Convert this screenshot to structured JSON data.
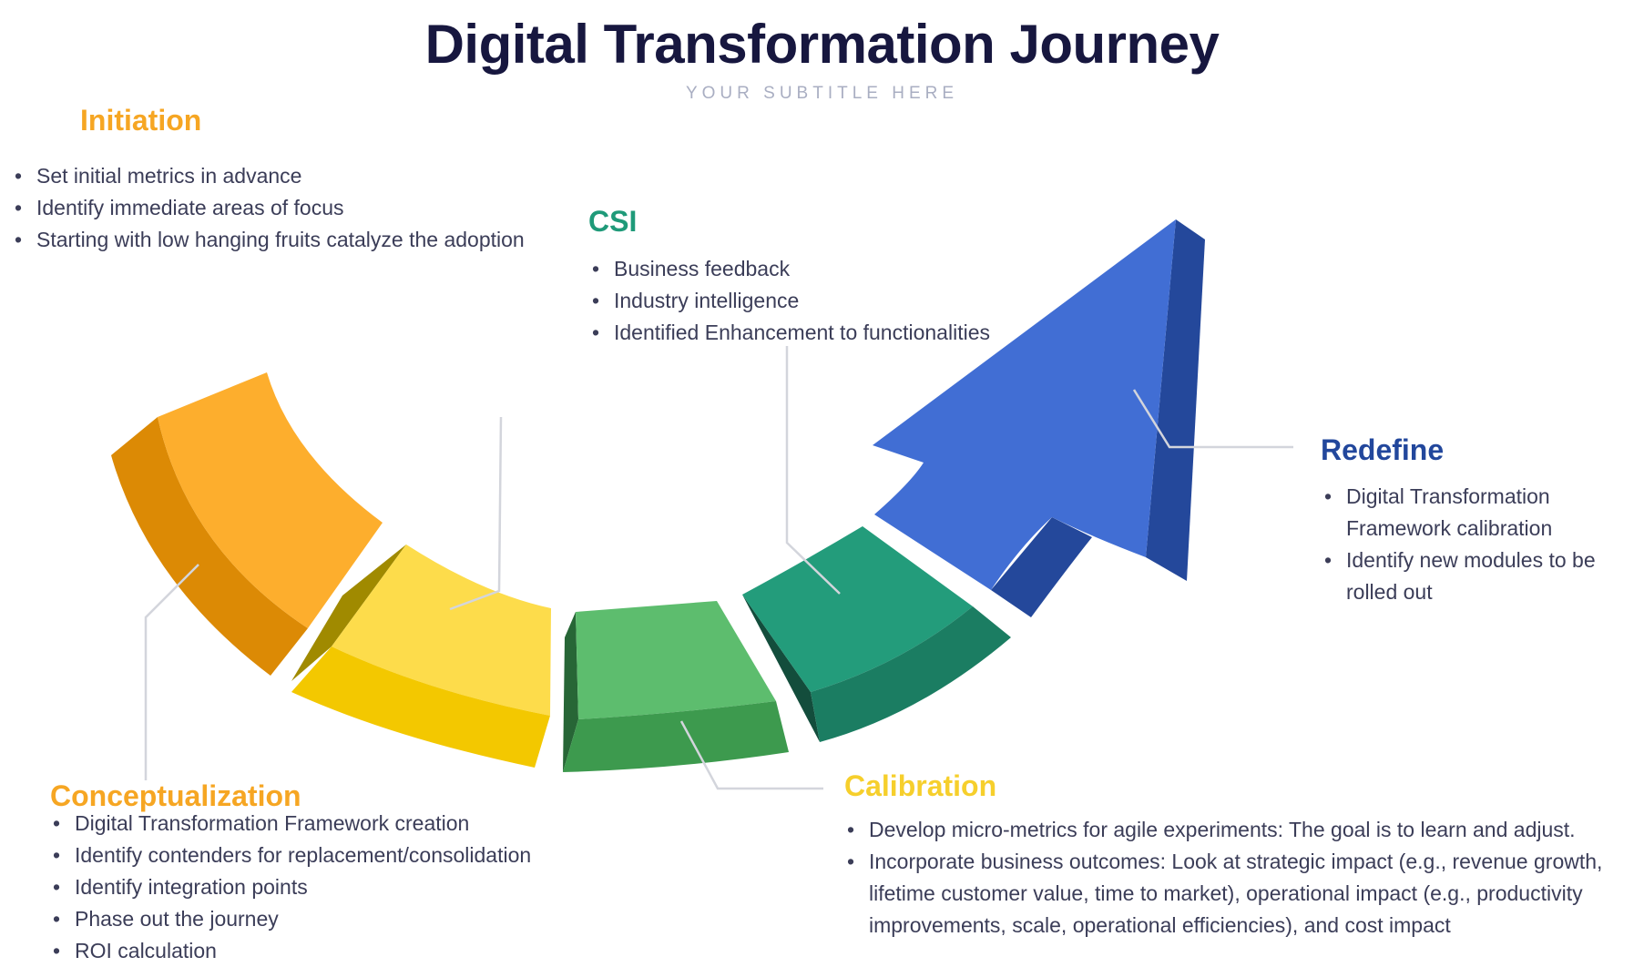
{
  "header": {
    "title": "Digital Transformation Journey",
    "subtitle": "YOUR SUBTITLE HERE"
  },
  "colors": {
    "initiation": "#f6a623",
    "conceptualization": "#f6a623",
    "calibration": "#f6cf2c",
    "csi": "#1f9a79",
    "redefine": "#22479c",
    "arrow": "#416ed4"
  },
  "stages": {
    "initiation": {
      "title": "Initiation",
      "items": [
        "Set initial metrics in advance",
        "Identify immediate areas of focus",
        "Starting with low hanging fruits catalyze the adoption"
      ]
    },
    "csi": {
      "title": "CSI",
      "items": [
        "Business feedback",
        "Industry intelligence",
        "Identified Enhancement to functionalities"
      ]
    },
    "redefine": {
      "title": "Redefine",
      "items": [
        "Digital Transformation Framework calibration",
        "Identify new modules to be rolled out"
      ]
    },
    "conceptualization": {
      "title": "Conceptualization",
      "items": [
        "Digital Transformation Framework creation",
        "Identify contenders for replacement/consolidation",
        "Identify integration points",
        "Phase out the journey",
        "ROI calculation"
      ]
    },
    "calibration": {
      "title": "Calibration",
      "items": [
        "Develop micro-metrics for agile experiments: The goal is to learn and adjust.",
        "Incorporate business outcomes: Look at strategic impact (e.g., revenue growth, lifetime customer value, time to market), operational impact (e.g., productivity improvements, scale, operational efficiencies), and cost impact"
      ]
    }
  }
}
